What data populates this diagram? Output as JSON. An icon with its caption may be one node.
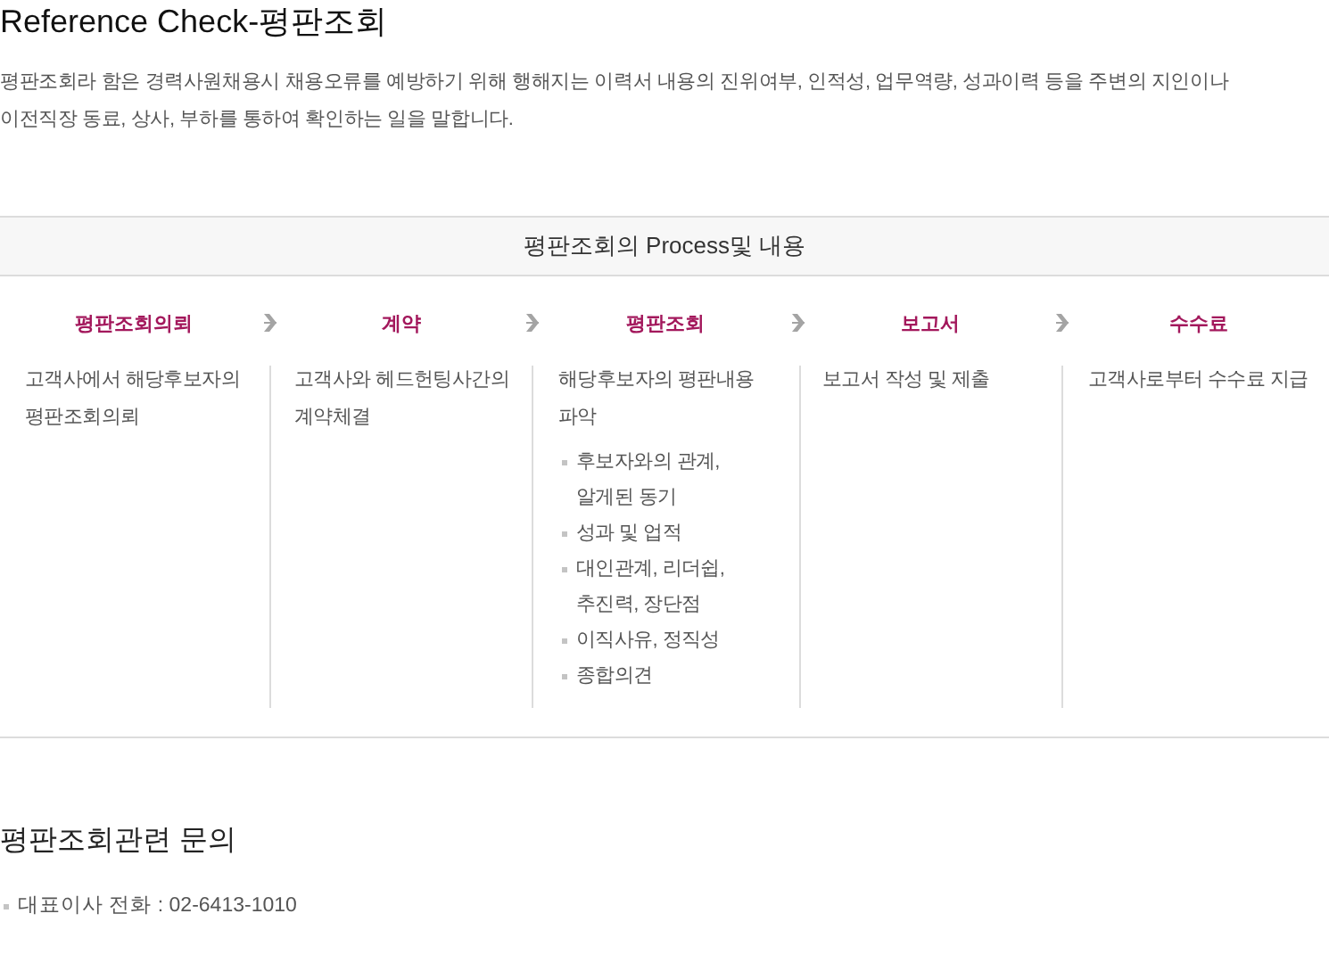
{
  "diagram": {
    "title": "Reference Check-평판조회",
    "nodes": [
      {
        "text": [
          "평판조회의 Process및 내용"
        ]
      },
      {
        "text": [
          "평판조회의뢰",
          "고객사에서 해당후보자의 평판조회의뢰"
        ]
      },
      {
        "text": [
          "계약",
          "고객사와 헤드헌팅사간의 계약체결"
        ]
      },
      {
        "text": [
          "평판조회",
          "해당후보자의 평판내용 파악",
          "후보자와의 관계, 알게된 동기",
          "성과 및 업적",
          "대인관계, 리더쉽, 추진력, 장단점",
          "이직사유, 정직성",
          "종합의견"
        ]
      },
      {
        "text": [
          "보고서",
          "보고서 작성 및 제출"
        ]
      },
      {
        "text": [
          "수수료",
          "고객사로부터 수수료 지급"
        ]
      }
    ],
    "edges": [
      {
        "from": 1,
        "to": 2,
        "arrow": "to"
      },
      {
        "from": 2,
        "to": 3,
        "arrow": "to"
      },
      {
        "from": 3,
        "to": 4,
        "arrow": "to"
      },
      {
        "from": 4,
        "to": 5,
        "arrow": "to"
      }
    ],
    "labels": [
      "평판조회라 함은 경력사원채용시 채용오류를 예방하기 위해 행해지는 이력서 내용의 진위여부, 인적성, 업무역량, 성과이력 등을 주변의 지인이나 이전직장 동료, 상사, 부하를 통하여 확인하는 일을 말합니다.",
      "평판조회관련 문의",
      "대표이사 전화 : 02-6413-1010"
    ]
  }
}
